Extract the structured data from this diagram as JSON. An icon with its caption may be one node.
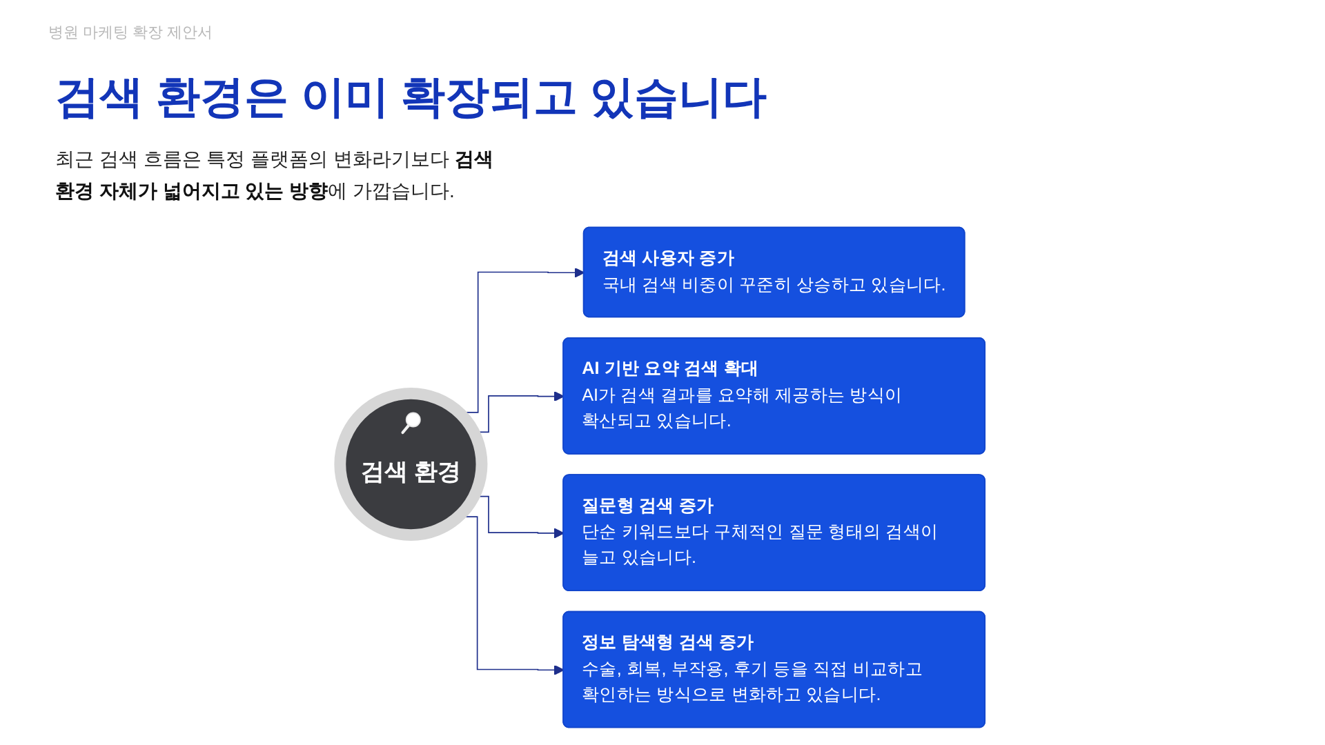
{
  "diagram": {
    "title": "검색 환경은 이미 확장되고 있습니다",
    "nodes": [
      {
        "text": [
          "검색 환경"
        ]
      },
      {
        "text": [
          "검색 사용자 증가",
          "국내 검색 비중이 꾸준히 상승하고 있습니다."
        ]
      },
      {
        "text": [
          "AI 기반 요약 검색 확대",
          "AI가 검색 결과를 요약해 제공하는 방식이 확산되고 있습니다."
        ]
      },
      {
        "text": [
          "질문형 검색 증가",
          "단순 키워드보다 구체적인 질문 형태의 검색이 늘고 있습니다."
        ]
      },
      {
        "text": [
          "정보 탐색형 검색 증가",
          "수술, 회복, 부작용, 후기 등을 직접 비교하고 확인하는 방식으로 변화하고 있습니다."
        ]
      }
    ],
    "edges": [
      {
        "from": 0,
        "to": 1,
        "arrow": "to"
      },
      {
        "from": 0,
        "to": 2,
        "arrow": "to"
      },
      {
        "from": 0,
        "to": 3,
        "arrow": "to"
      },
      {
        "from": 0,
        "to": 4,
        "arrow": "to"
      }
    ],
    "labels": [
      "병원 마케팅 확장 제안서",
      "최근 검색 흐름은 특정 플랫폼의 변화라기보다 **검색 환경 자체가 넓어지고 있는 방향**에 가깝습니다."
    ]
  }
}
